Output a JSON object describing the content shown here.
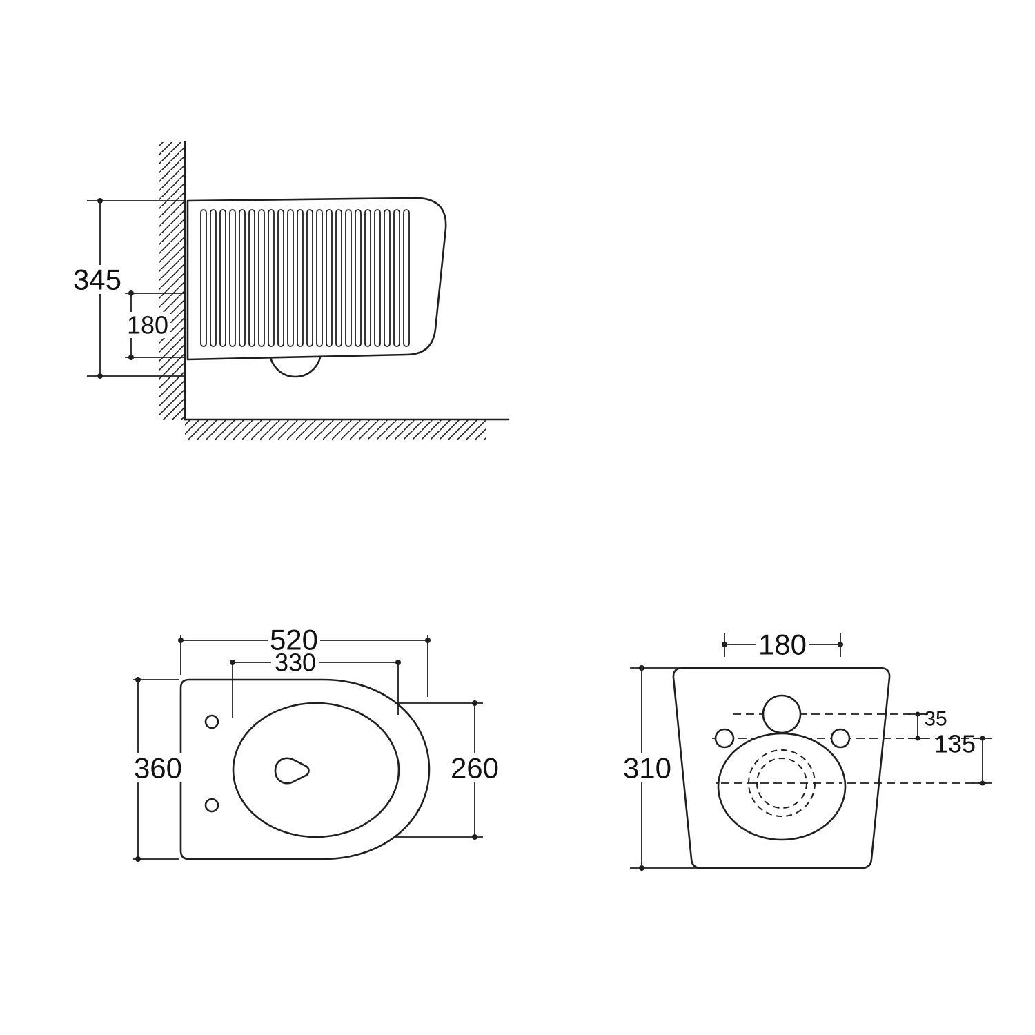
{
  "page": {
    "background_color": "#ffffff",
    "line_color": "#1f1f1f"
  },
  "side_view": {
    "labels": {
      "overall_height": "345",
      "trap_height": "180"
    }
  },
  "plan_view": {
    "labels": {
      "overall_depth": "520",
      "bowl_opening_depth": "330",
      "overall_width": "360",
      "bowl_opening_width": "260"
    }
  },
  "rear_view": {
    "labels": {
      "fixing_hole_spacing": "180",
      "inlet_offset": "35",
      "fixing_to_outlet_offset": "135",
      "overall_height": "310"
    }
  }
}
